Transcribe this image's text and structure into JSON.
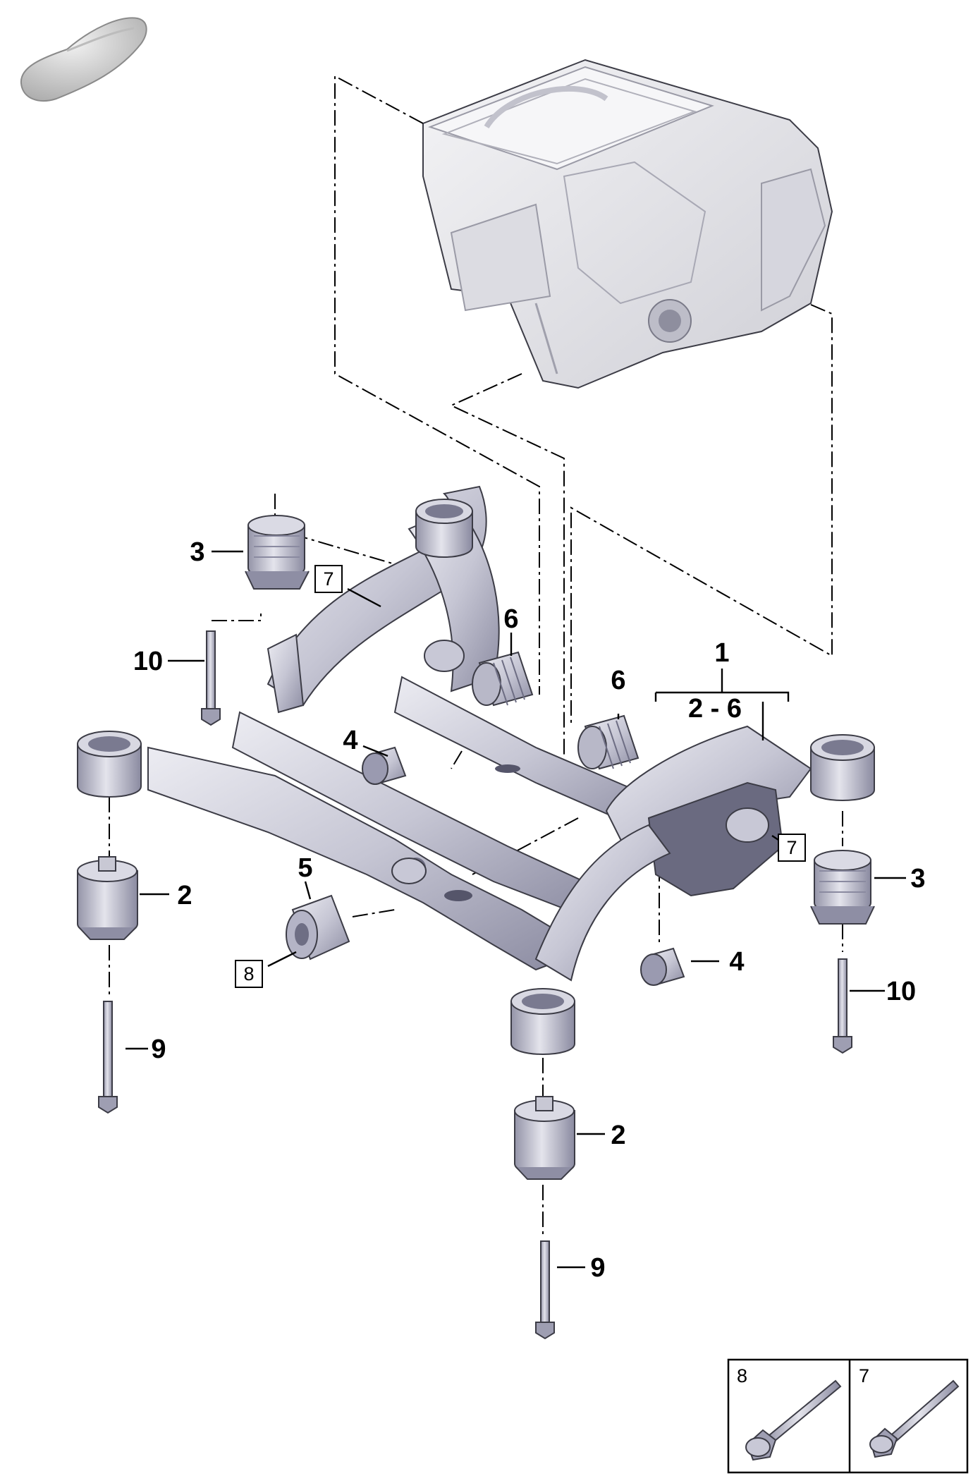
{
  "diagram": {
    "callouts": {
      "c1": "1",
      "c1_range": "2 - 6",
      "c2a": "2",
      "c2b": "2",
      "c3a": "3",
      "c3b": "3",
      "c4a": "4",
      "c4b": "4",
      "c5": "5",
      "c6a": "6",
      "c6b": "6",
      "c9a": "9",
      "c9b": "9",
      "c10a": "10",
      "c10b": "10"
    },
    "boxed_refs": {
      "b7a": "7",
      "b7b": "7",
      "b8": "8"
    },
    "legend": {
      "cell_left": "8",
      "cell_right": "7"
    }
  },
  "colors": {
    "part_fill": "#c9c9d6",
    "part_shade": "#9e9eb2",
    "part_dark": "#55556a",
    "motor_fill": "#e6e6ea",
    "line": "#000000"
  }
}
